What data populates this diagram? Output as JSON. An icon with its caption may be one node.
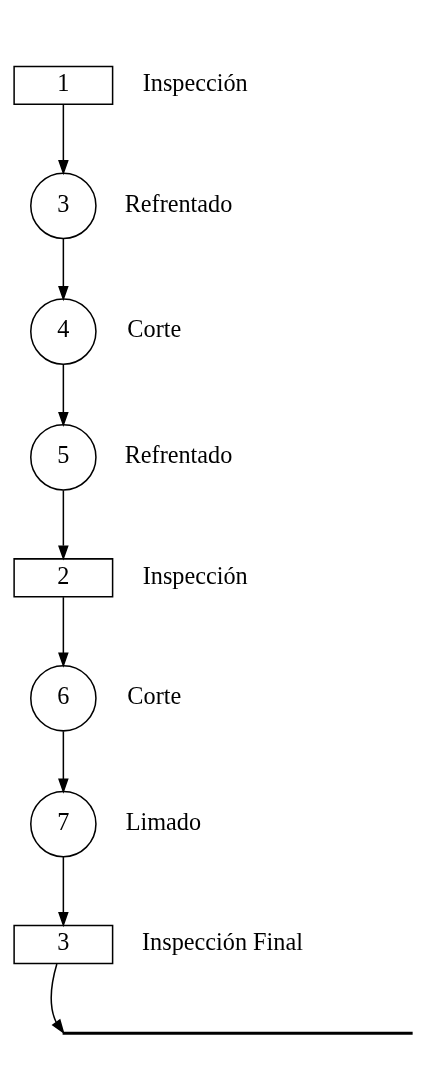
{
  "diagram": {
    "nodes": [
      {
        "text": [
          "1"
        ],
        "beside": [
          "Inspección"
        ]
      },
      {
        "text": [
          "3"
        ],
        "beside": [
          "Refrentado"
        ]
      },
      {
        "text": [
          "4"
        ],
        "beside": [
          "Corte"
        ]
      },
      {
        "text": [
          "5"
        ],
        "beside": [
          "Refrentado"
        ]
      },
      {
        "text": [
          "2"
        ],
        "beside": [
          "Inspección"
        ]
      },
      {
        "text": [
          "6"
        ],
        "beside": [
          "Corte"
        ]
      },
      {
        "text": [
          "7"
        ],
        "beside": [
          "Limado"
        ]
      },
      {
        "text": [
          "3"
        ],
        "beside": [
          "Inspección Final"
        ]
      },
      {
        "text": [],
        "shape": "bar"
      }
    ],
    "edges": [
      {
        "from": 0,
        "to": 1,
        "arrow": "to"
      },
      {
        "from": 1,
        "to": 2,
        "arrow": "to"
      },
      {
        "from": 2,
        "to": 3,
        "arrow": "to"
      },
      {
        "from": 3,
        "to": 4,
        "arrow": "to"
      },
      {
        "from": 4,
        "to": 5,
        "arrow": "to"
      },
      {
        "from": 5,
        "to": 6,
        "arrow": "to"
      },
      {
        "from": 6,
        "to": 7,
        "arrow": "to"
      },
      {
        "from": 7,
        "to": 8,
        "arrow": "to"
      }
    ]
  }
}
